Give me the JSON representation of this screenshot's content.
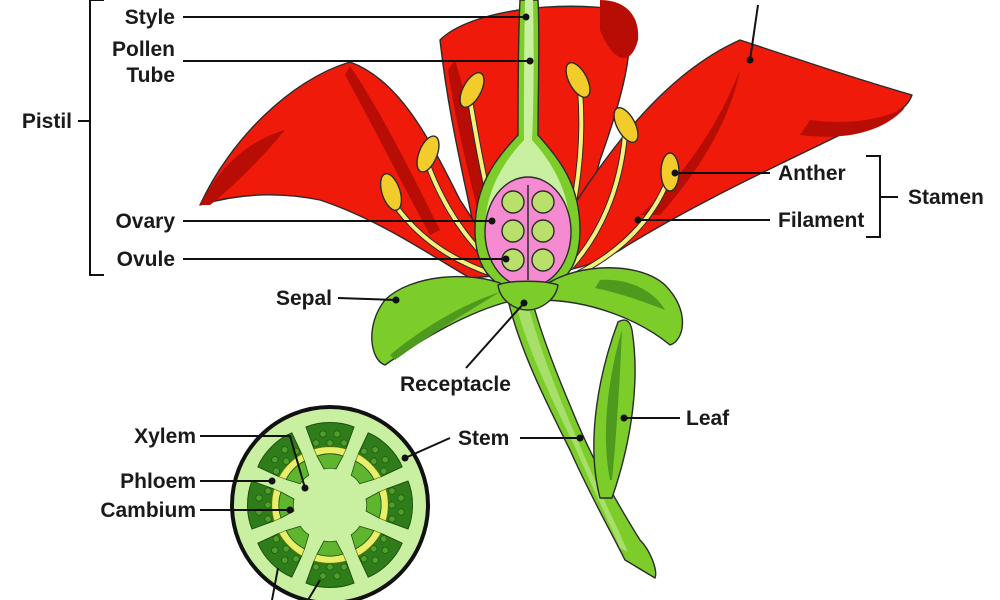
{
  "labels": {
    "style": "Style",
    "pollen_tube_1": "Pollen",
    "pollen_tube_2": "Tube",
    "pistil": "Pistil",
    "ovary": "Ovary",
    "ovule": "Ovule",
    "sepal": "Sepal",
    "receptacle": "Receptacle",
    "anther": "Anther",
    "filament": "Filament",
    "stamen": "Stamen",
    "leaf": "Leaf",
    "stem": "Stem",
    "xylem": "Xylem",
    "phloem": "Phloem",
    "cambium": "Cambium"
  },
  "colors": {
    "petal": "#f01a0a",
    "petal_dark": "#b80d05",
    "anther": "#f2cc2a",
    "filament": "#f6f07a",
    "ovary": "#f58ad0",
    "ovule": "#b8e06a",
    "green": "#7ccc2a",
    "green_dark": "#4e9a1e",
    "stem_light": "#b9e88a",
    "cross_section": "#c8f0a0",
    "vascular_dark": "#2e7d1a"
  }
}
